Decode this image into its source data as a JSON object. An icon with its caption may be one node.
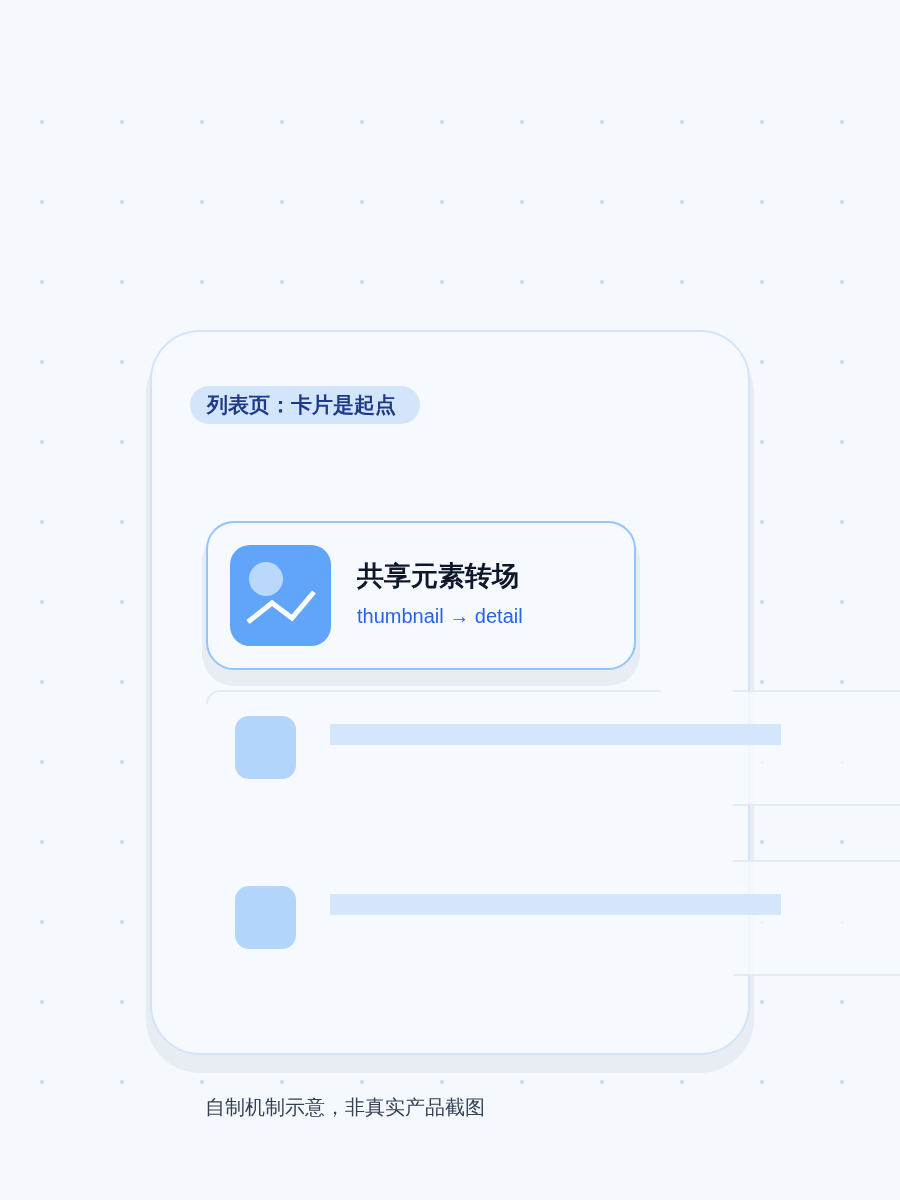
{
  "diagram": {
    "caption": "自制机制示意，非真实产品截图",
    "nodes": [
      {
        "text": [],
        "shape": "box"
      },
      {
        "text": [
          "列表页：卡片是起点"
        ],
        "in": 0
      },
      {
        "text": [
          "共享元素转场",
          "thumbnail → detail"
        ],
        "in": 0
      }
    ]
  }
}
